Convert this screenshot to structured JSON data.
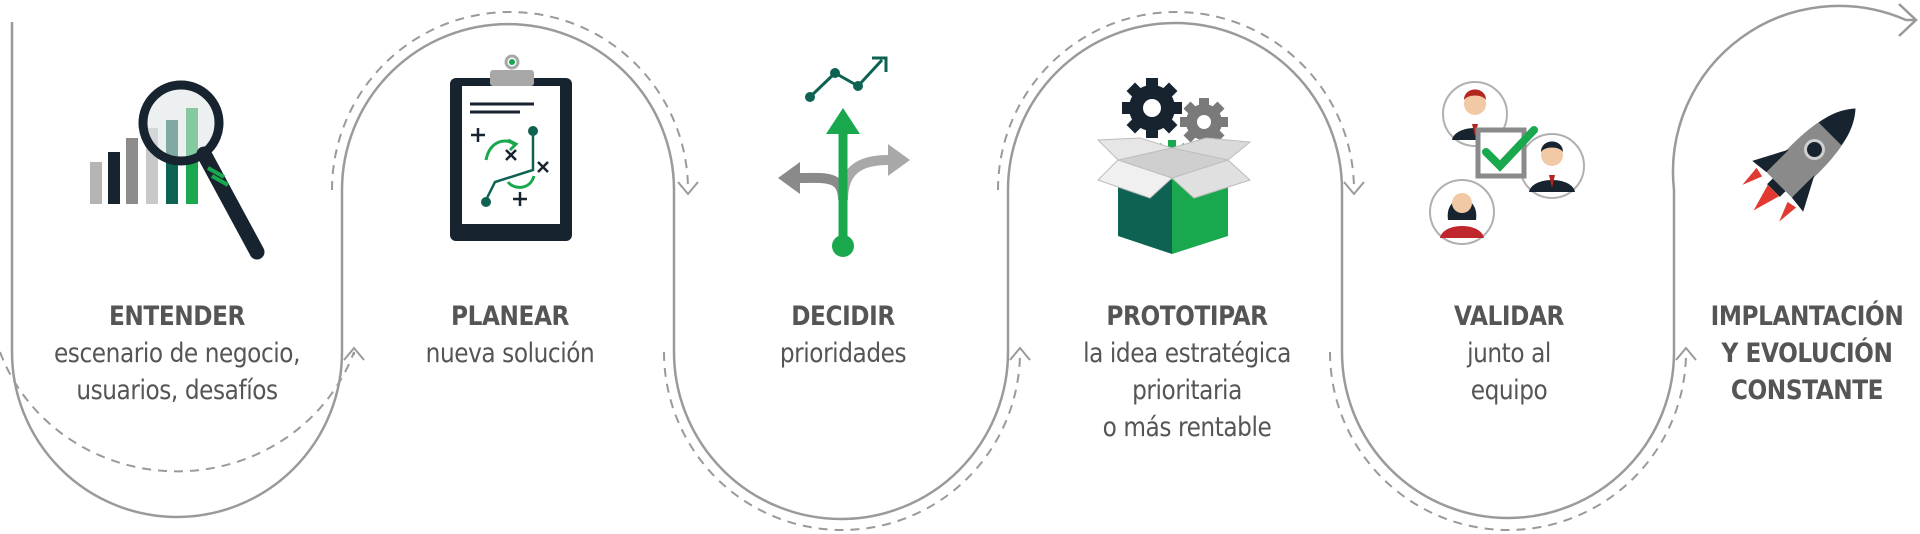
{
  "colors": {
    "green": "#1aa84e",
    "dark_green": "#0d6251",
    "navy": "#17232e",
    "gray": "#777777",
    "text": "#555555"
  },
  "steps": [
    {
      "icon": "magnifier-bar-chart-icon",
      "title": "ENTENDER",
      "lines": [
        "escenario de negocio,",
        "usuarios, desafíos"
      ]
    },
    {
      "icon": "clipboard-strategy-icon",
      "title": "PLANEAR",
      "lines": [
        "nueva solución"
      ]
    },
    {
      "icon": "decision-arrows-icon",
      "title": "DECIDIR",
      "lines": [
        "prioridades"
      ]
    },
    {
      "icon": "gears-box-icon",
      "title": "PROTOTIPAR",
      "lines": [
        "la idea estratégica",
        "prioritaria",
        "o más rentable"
      ]
    },
    {
      "icon": "team-check-icon",
      "title": "VALIDAR",
      "lines": [
        "junto al",
        "equipo"
      ]
    },
    {
      "icon": "rocket-icon",
      "title_lines": [
        "IMPLANTACIÓN",
        "Y EVOLUCIÓN",
        "CONSTANTE"
      ],
      "lines": []
    }
  ]
}
